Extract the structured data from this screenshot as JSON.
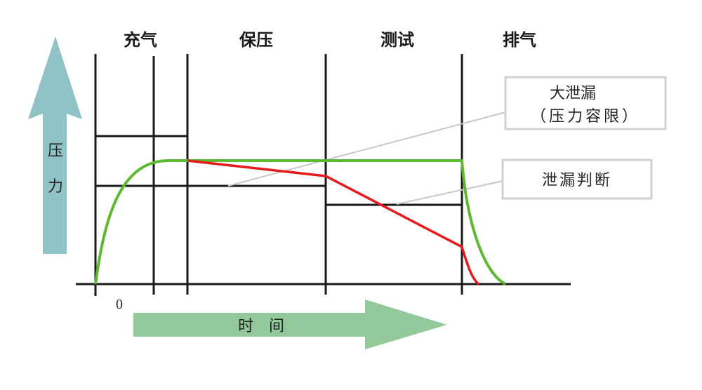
{
  "phases": [
    "充气",
    "保压",
    "测试",
    "排气"
  ],
  "y_axis_label": [
    "压",
    "力"
  ],
  "x_axis_label": "时　间",
  "origin_label": "0",
  "callouts": {
    "large_leak_line1": "大泄漏",
    "large_leak_line2": "（压力容限）",
    "leak_judgement": "泄漏判断"
  },
  "colors": {
    "normal_curve": "#5cb82e",
    "leak_curve": "#e8191d",
    "y_arrow": "#8fc3c6",
    "x_arrow": "#93c89a",
    "leader": "#c8c8c8"
  }
}
